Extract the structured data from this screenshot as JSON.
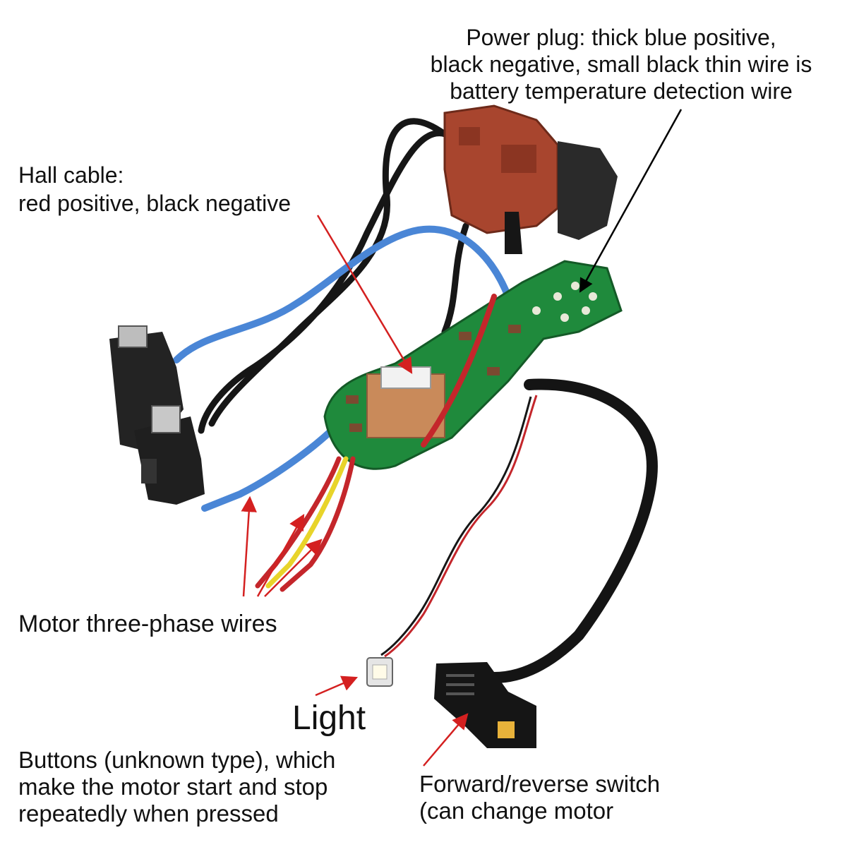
{
  "annotations": {
    "power_plug": {
      "lines": [
        "Power plug: thick blue positive,",
        "black negative, small black thin wire is",
        "battery temperature detection wire"
      ]
    },
    "hall_cable": {
      "lines": [
        "Hall cable:",
        "red positive, black negative"
      ]
    },
    "motor_wires": {
      "text": "Motor three-phase wires"
    },
    "light": {
      "text": "Light"
    },
    "buttons": {
      "lines": [
        "Buttons (unknown type), which",
        "make the motor start and stop",
        "repeatedly when pressed"
      ]
    },
    "fr_switch": {
      "lines": [
        "Forward/reverse switch",
        "(can change motor"
      ]
    }
  },
  "colors": {
    "pcb_green": "#1f8a3c",
    "connector_red": "#a8452e",
    "trigger_black": "#2a2a2a",
    "wire_blue": "#4a86d6",
    "wire_black": "#161616",
    "wire_red": "#c4262b",
    "wire_yellow": "#e8d42a",
    "arrow_red": "#d42020",
    "arrow_black": "#000000"
  }
}
